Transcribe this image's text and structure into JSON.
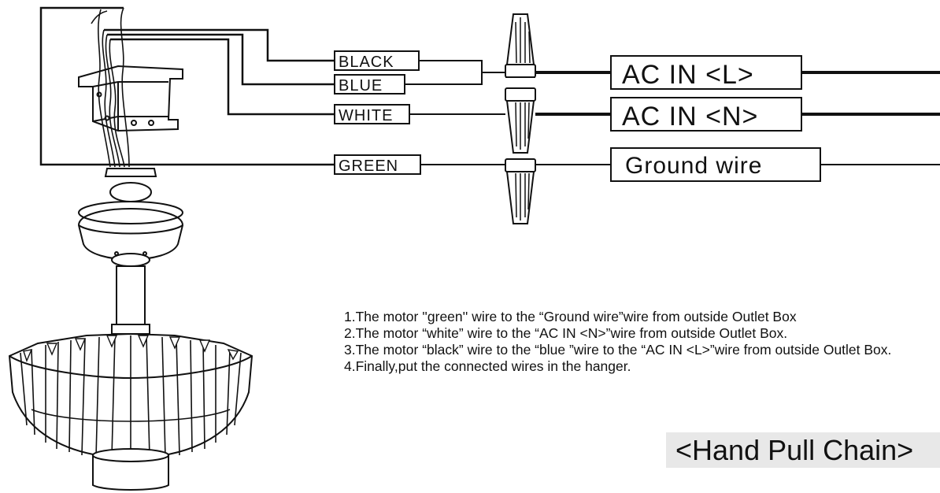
{
  "wire_labels": {
    "black": "BLACK",
    "blue": "BLUE",
    "white": "WHITE",
    "green": "GREEN"
  },
  "line_labels": {
    "ac_in_l": "AC  IN <L>",
    "ac_in_n": "AC  IN <N>",
    "ground": "Ground wire"
  },
  "instructions": [
    "1.The motor ''green'' wire to the “Ground wire”wire from outside Outlet Box",
    "2.The motor “white” wire to the “AC IN <N>”wire from outside Outlet Box.",
    "3.The motor “black” wire to the “blue ”wire to the “AC IN <L>”wire from outside Outlet Box.",
    "4.Finally,put the connected wires in the hanger."
  ],
  "footer_title": "<Hand Pull Chain>",
  "colors": {
    "ink": "#111111",
    "footer_bg": "#e8e8e8",
    "background": "#ffffff"
  },
  "icons": [
    "wire-nut-icon",
    "ceiling-fan-icon",
    "mounting-bracket-icon"
  ]
}
